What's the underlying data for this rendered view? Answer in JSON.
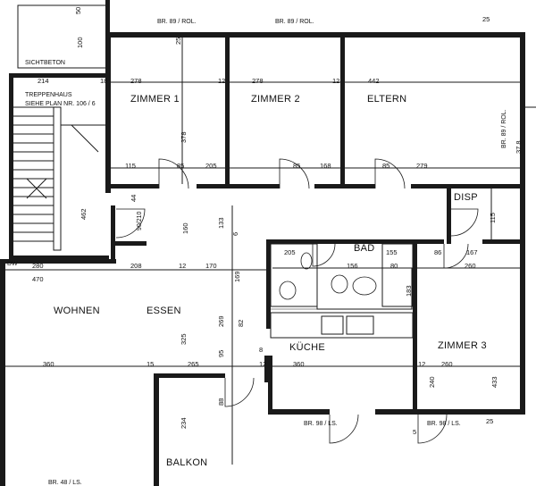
{
  "rooms": {
    "zimmer1": "ZIMMER 1",
    "zimmer2": "ZIMMER 2",
    "eltern": "ELTERN",
    "disp": "DISP",
    "bad": "BAD",
    "wohnen": "WOHNEN",
    "essen": "ESSEN",
    "kueche": "KÜCHE",
    "zimmer3": "ZIMMER 3",
    "balkon": "BALKON"
  },
  "notes": {
    "sichtbeton": "SICHTBETON",
    "treppenhaus1": "TREPPENHAUS",
    "treppenhaus2": "SIEHE PLAN NR. 106 / 6",
    "br_top1": "BR. 89 / ROL.",
    "br_top2": "BR. 89 / ROL.",
    "br_right": "BR. 89 / ROL.",
    "br_bottom1": "BR. 98 / LS.",
    "br_bottom2": "BR. 98 / LS.",
    "br_bottom3": "BR. 48 / LS.",
    "door_label": "90/210",
    "dw": "DW"
  },
  "dimensions": {
    "d278a": "278",
    "d278b": "278",
    "d442": "442",
    "d12a": "12",
    "d12b": "12",
    "d12c": "12",
    "d12d": "12",
    "d12e": "12",
    "d378": "378",
    "d378b": "37 8",
    "d115": "115",
    "d85a": "85",
    "d205": "205",
    "d85b": "85",
    "d168": "168",
    "d85c": "85",
    "d279": "279",
    "d462": "462",
    "d160": "160",
    "d133": "133",
    "d44": "44",
    "d280": "280",
    "d208": "208",
    "d170": "170",
    "d470": "470",
    "d205b": "205",
    "d156": "156",
    "d155": "155",
    "d80": "80",
    "d86": "86",
    "d260": "260",
    "d167": "167",
    "d115b": "115",
    "d169": "169",
    "d269": "269",
    "d18": "18",
    "d82": "82",
    "d183": "183",
    "d360": "360",
    "d15": "15",
    "d265": "265",
    "d360b": "360",
    "d260b": "260",
    "d325": "325",
    "d95": "95",
    "d88": "88",
    "d234": "234",
    "d240": "240",
    "d433": "433",
    "d214": "214",
    "d100": "100",
    "d25a": "25",
    "d25b": "25",
    "d25c": "25",
    "d50": "50",
    "d5": "5",
    "d8": "8",
    "d6": "6"
  }
}
